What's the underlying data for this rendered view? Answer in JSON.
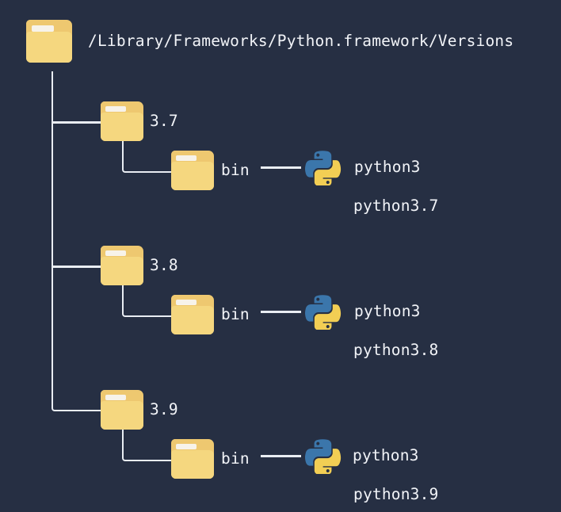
{
  "theme": {
    "background": "#262f43",
    "text_color": "#f2f4f8",
    "line_color": "#e9edf3",
    "folder_front": "#f5d77f",
    "folder_back": "#eec870",
    "folder_strip": "#f7f3ea",
    "python_blue": "#3b76ab",
    "python_yellow": "#f2ce54"
  },
  "tree": {
    "root": {
      "icon": "folder-icon",
      "label": "/Library/Frameworks/Python.framework/Versions"
    },
    "versions": [
      {
        "icon": "folder-icon",
        "label": "3.7",
        "bin": {
          "icon": "folder-icon",
          "label": "bin",
          "executable_icon": "python-logo-icon",
          "executables": [
            "python3",
            "python3.7"
          ]
        }
      },
      {
        "icon": "folder-icon",
        "label": "3.8",
        "bin": {
          "icon": "folder-icon",
          "label": "bin",
          "executable_icon": "python-logo-icon",
          "executables": [
            "python3",
            "python3.8"
          ]
        }
      },
      {
        "icon": "folder-icon",
        "label": "3.9",
        "bin": {
          "icon": "folder-icon",
          "label": "bin",
          "executable_icon": "python-logo-icon",
          "executables": [
            "python3",
            "python3.9"
          ]
        }
      }
    ]
  }
}
